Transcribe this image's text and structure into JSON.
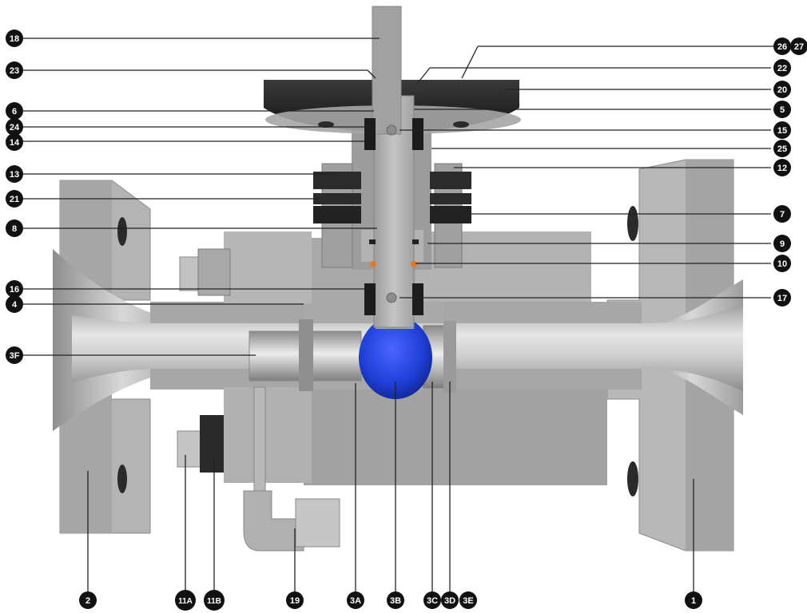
{
  "diagram": {
    "description_source": "cutaway of a flanged ball valve with numbered part callouts",
    "colors": {
      "steel_light": "#c9c9c9",
      "steel_mid": "#a9a9a9",
      "steel_dark": "#7c7c7c",
      "handle_black": "#1e1e1e",
      "ball_blue": "#1f3fd6",
      "seal_orange": "#e07a2a",
      "badge": "#111111",
      "leader": "#222222"
    },
    "callouts": {
      "c18": "18",
      "c23": "23",
      "c6": "6",
      "c24": "24",
      "c14": "14",
      "c13": "13",
      "c21": "21",
      "c8": "8",
      "c16": "16",
      "c4": "4",
      "c3F": "3F",
      "c26": "26",
      "c27": "27",
      "c22": "22",
      "c20": "20",
      "c5": "5",
      "c15": "15",
      "c25": "25",
      "c12": "12",
      "c7": "7",
      "c9": "9",
      "c10": "10",
      "c17": "17",
      "c2": "2",
      "c11A": "11A",
      "c11B": "11B",
      "c19": "19",
      "c3A": "3A",
      "c3B": "3B",
      "c3C": "3C",
      "c3D": "3D",
      "c3E": "3E",
      "c1": "1"
    }
  }
}
